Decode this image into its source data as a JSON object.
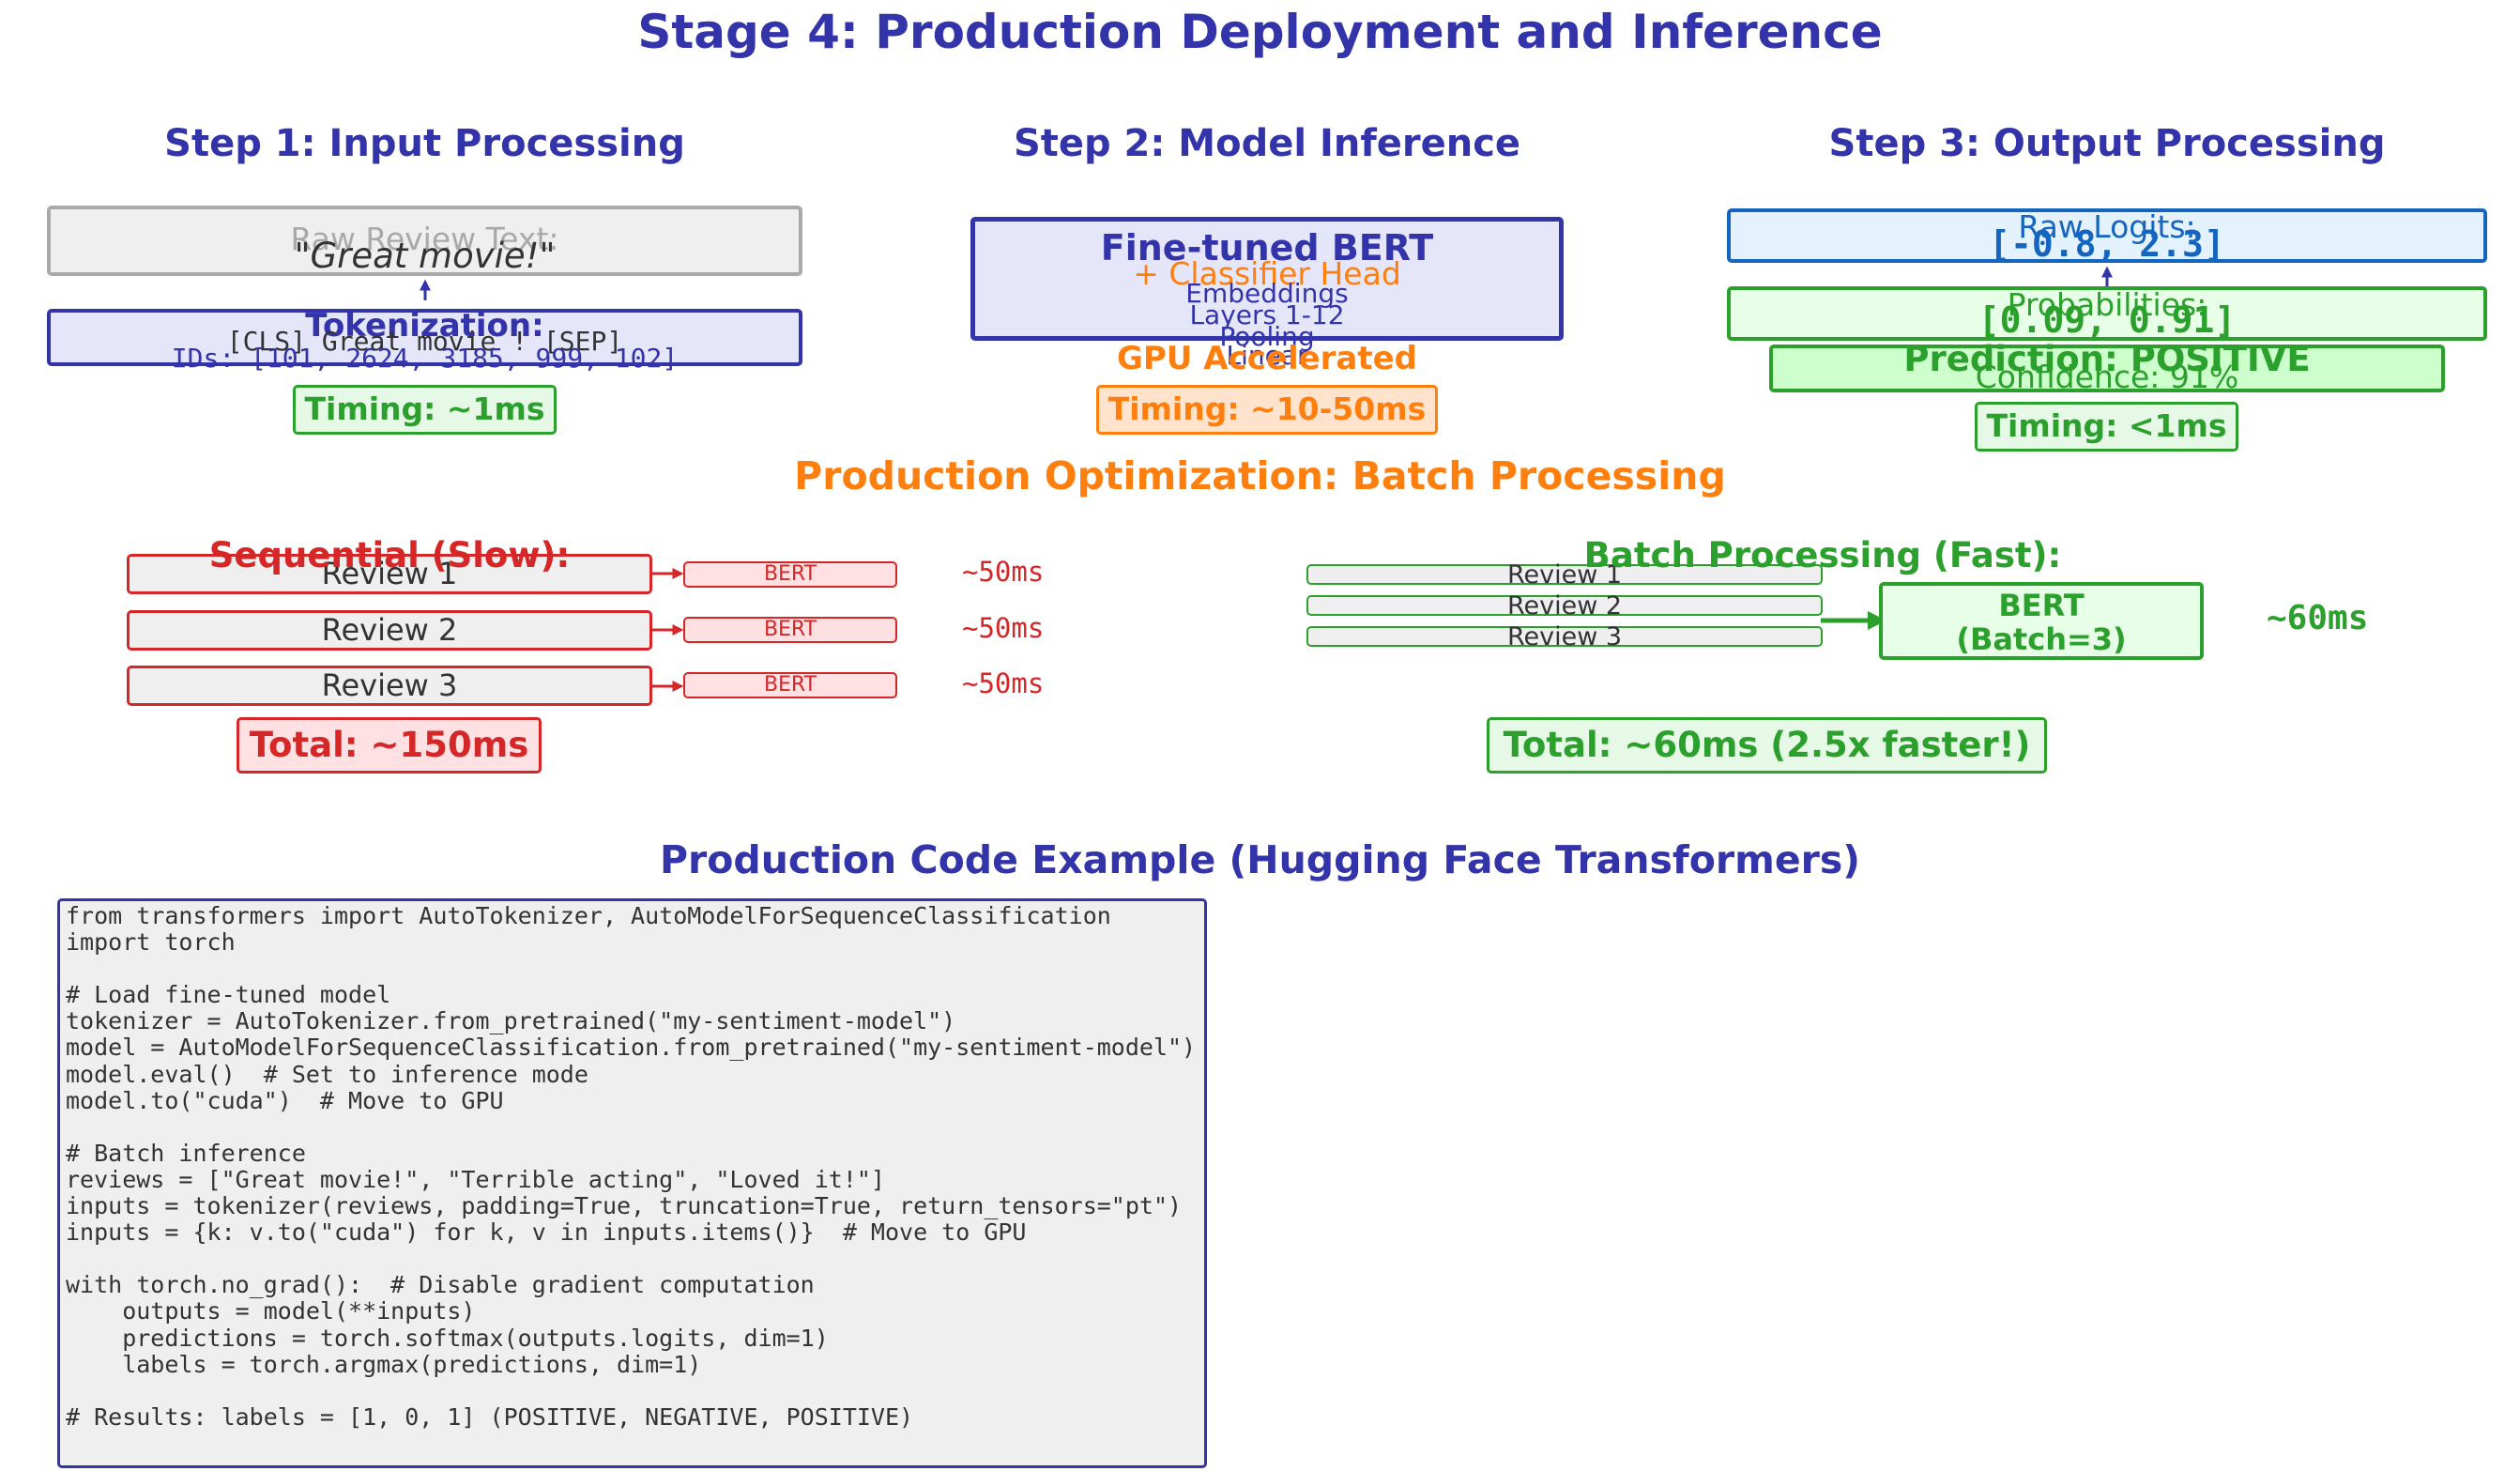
{
  "title": "Stage 4: Production Deployment and Inference",
  "step1": {
    "title": "Step 1: Input Processing",
    "raw_label": "Raw Review Text:",
    "raw_text": "\"Great movie!\"",
    "tok_label": "Tokenization:",
    "tokens": "[CLS] Great movie ! [SEP]",
    "ids": "IDs: [101, 2624, 3185, 999, 102]",
    "timing": "Timing: ~1ms"
  },
  "step2": {
    "title": "Step 2: Model Inference",
    "model_name": "Fine-tuned BERT",
    "head": "+ Classifier Head",
    "layers": [
      "Embeddings",
      "Layers 1-12",
      "Pooling",
      "Linear"
    ],
    "gpu": "GPU Accelerated",
    "timing": "Timing: ~10-50ms"
  },
  "step3": {
    "title": "Step 3: Output Processing",
    "logits_label": "Raw Logits:",
    "logits": "[-0.8, 2.3]",
    "probs_label": "Probabilities:",
    "probs": "[0.09, 0.91]",
    "prediction": "Prediction: POSITIVE",
    "confidence": "Confidence: 91%",
    "timing": "Timing: <1ms"
  },
  "batch": {
    "title": "Production Optimization: Batch Processing",
    "seq_title": "Sequential (Slow):",
    "seq_reviews": [
      "Review 1",
      "Review 2",
      "Review 3"
    ],
    "model_label": "BERT",
    "seq_time": "~50ms",
    "seq_total": "Total: ~150ms",
    "batch_title": "Batch Processing (Fast):",
    "batch_reviews": [
      "Review 1",
      "Review 2",
      "Review 3"
    ],
    "batch_model": "BERT",
    "batch_size": "(Batch=3)",
    "batch_time": "~60ms",
    "batch_total": "Total: ~60ms (2.5x faster!)"
  },
  "code": {
    "title": "Production Code Example (Hugging Face Transformers)",
    "lines": [
      "from transformers import AutoTokenizer, AutoModelForSequenceClassification",
      "import torch",
      "",
      "# Load fine-tuned model",
      "tokenizer = AutoTokenizer.from_pretrained(\"my-sentiment-model\")",
      "model = AutoModelForSequenceClassification.from_pretrained(\"my-sentiment-model\")",
      "model.eval()  # Set to inference mode",
      "model.to(\"cuda\")  # Move to GPU",
      "",
      "# Batch inference",
      "reviews = [\"Great movie!\", \"Terrible acting\", \"Loved it!\"]",
      "inputs = tokenizer(reviews, padding=True, truncation=True, return_tensors=\"pt\")",
      "inputs = {k: v.to(\"cuda\") for k, v in inputs.items()}  # Move to GPU",
      "",
      "with torch.no_grad():  # Disable gradient computation",
      "    outputs = model(**inputs)",
      "    predictions = torch.softmax(outputs.logits, dim=1)",
      "    labels = torch.argmax(predictions, dim=1)",
      "",
      "# Results: labels = [1, 0, 1] (POSITIVE, NEGATIVE, POSITIVE)"
    ]
  },
  "colors": {
    "navy": "#3333aa",
    "orange": "#ff7f0e",
    "green": "#2ca02c",
    "red": "#d62728",
    "blue": "#1565c0"
  }
}
